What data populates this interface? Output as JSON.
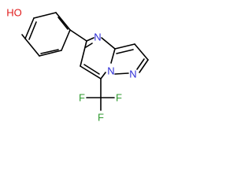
{
  "molecule": {
    "colors": {
      "bond": "#000000",
      "nitrogen": "#2b2bd6",
      "oxygen": "#e01b1b",
      "fluorine": "#2f9a2f",
      "carbon": "#000000"
    },
    "atoms": {
      "hydroxyl": "HO",
      "pyrimidine_n": "N",
      "pyrazole_n_bridge": "N",
      "pyrazole_n_terminal": "N",
      "fluorine_1": "F",
      "fluorine_2": "F",
      "fluorine_3": "F"
    }
  }
}
